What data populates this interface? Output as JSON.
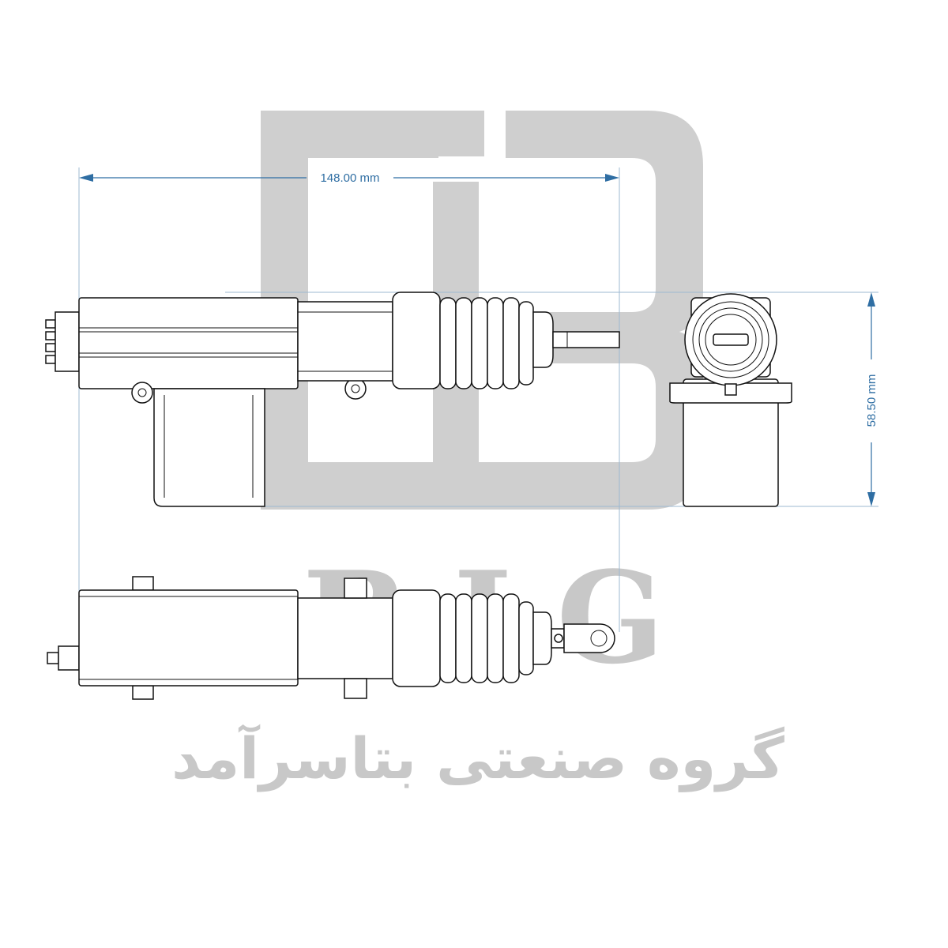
{
  "watermark": {
    "logo_letters": "B.I.G",
    "company_name_fa": "گروه صنعتی بتاسرآمد",
    "color": "#c8c8c8"
  },
  "dimensions": {
    "length_label": "148.00 mm",
    "height_label": "58.50 mm",
    "color": "#2f6ea3"
  },
  "views": {
    "side": "side-view",
    "end": "end-view",
    "top": "top-view"
  }
}
